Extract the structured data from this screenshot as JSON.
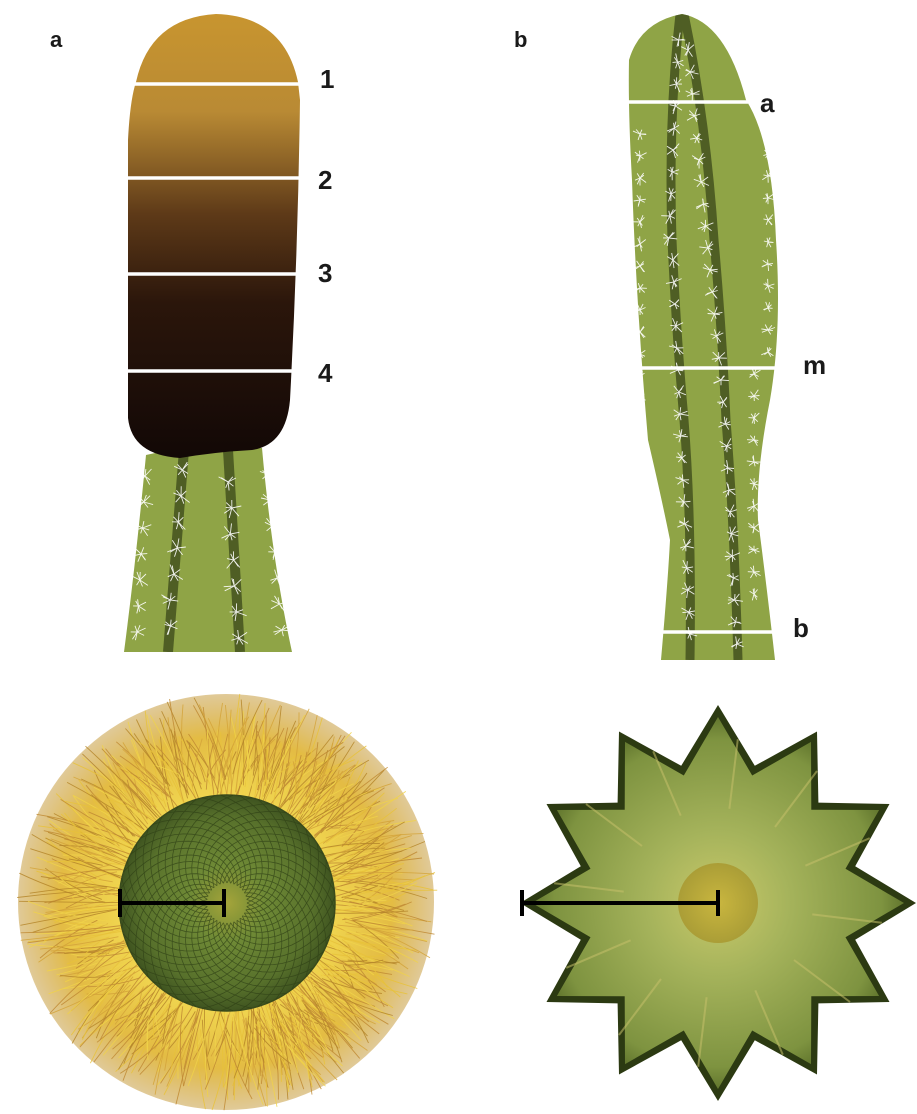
{
  "panels": [
    {
      "label": "a",
      "segment_labels": [
        "1",
        "2",
        "3",
        "4"
      ]
    },
    {
      "label": "b",
      "segment_labels": [
        "a",
        "m",
        "b"
      ]
    }
  ],
  "colors": {
    "cephalium_top": "#c8952f",
    "cephalium_bottom": "#120806",
    "stem_green": "#8fa446",
    "rib_dark": "#4f5e24",
    "spine_white": "#ffffff",
    "bristle_yellow": "#e8c23a",
    "bristle_dark": "#b5862a",
    "apex_green": "#57702b",
    "star_light": "#a7b35a",
    "star_dark": "#2c3a12",
    "scale_bar": "#000000"
  },
  "icons": [
    "cephalium-stem-diagram",
    "columnar-stem-diagram",
    "cephalium-top-view",
    "stem-cross-section-star"
  ]
}
